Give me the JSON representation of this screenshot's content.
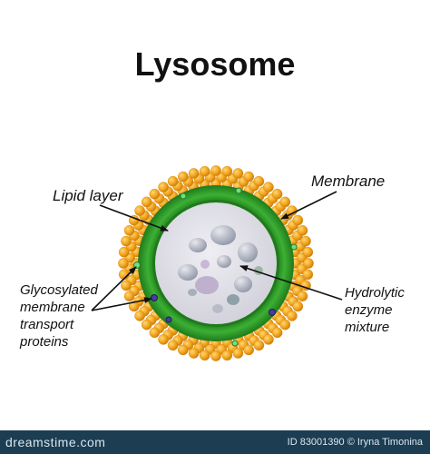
{
  "title": "Lysosome",
  "labels": {
    "lipid_layer": "Lipid layer",
    "membrane": "Membrane",
    "glyco_lines": [
      "Glycosylated",
      "membrane",
      "transport",
      "proteins"
    ],
    "hydro_lines": [
      "Hydrolytic",
      "enzyme",
      "mixture"
    ]
  },
  "footer": {
    "logo": "dreamstime.com",
    "id_text": "ID 83001390 © Iryna Timonina"
  },
  "colors": {
    "bead": "#f2a21c",
    "green_ring": "#2e9a2a",
    "lumen": "#e2e1e8",
    "protein_green": "#6fe07a",
    "protein_purple": "#4a3c9e",
    "footer_bg": "#1c3d52"
  }
}
